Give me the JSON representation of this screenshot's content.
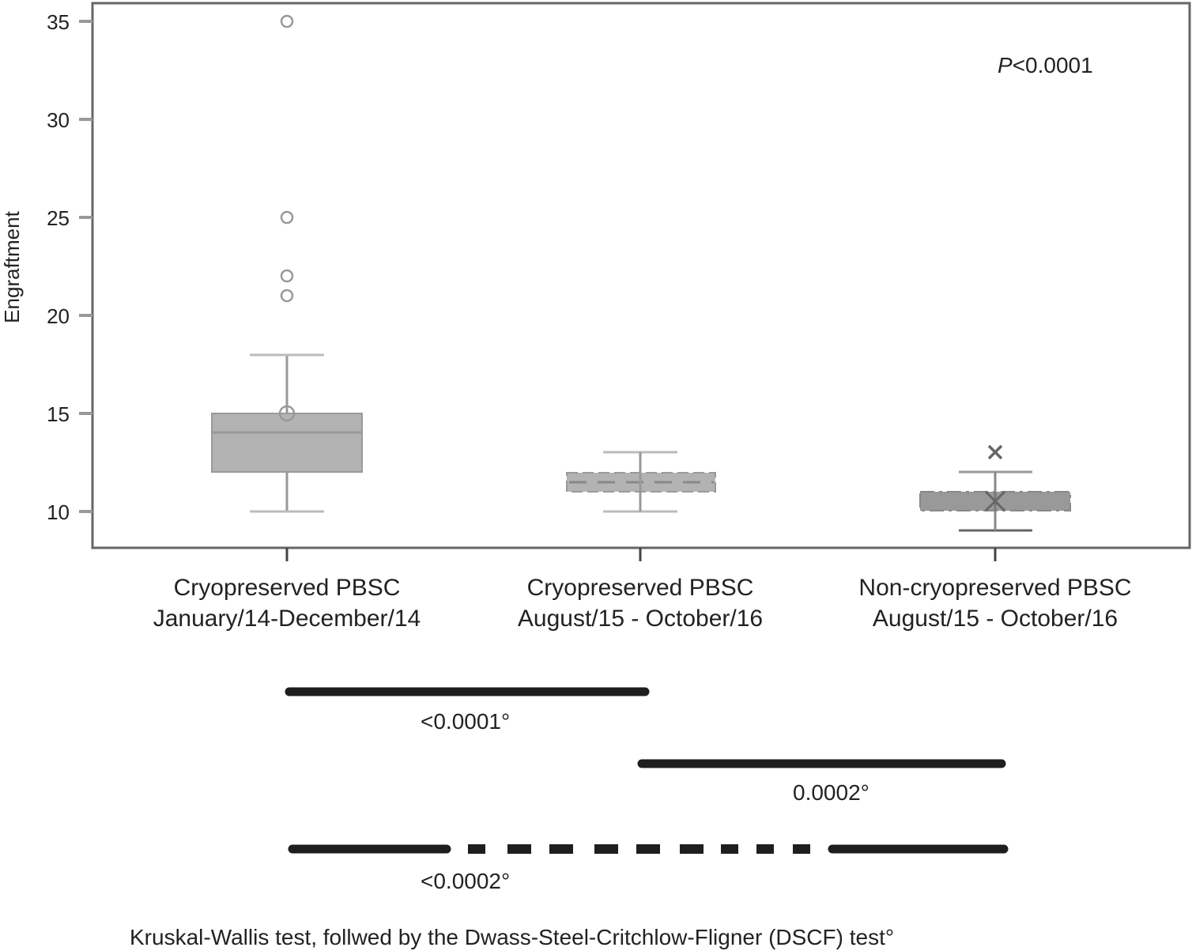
{
  "chart_data": {
    "type": "box",
    "title": "",
    "xlabel": "",
    "ylabel": "Engraftment",
    "ylim": [
      8,
      36
    ],
    "yticks": [
      10,
      15,
      20,
      25,
      30,
      35
    ],
    "grid": false,
    "annotation": {
      "prefix": "P",
      "text": "<0.0001"
    },
    "categories": [
      {
        "line1": "Cryopreserved PBSC",
        "line2": "January/14-December/14"
      },
      {
        "line1": "Cryopreserved PBSC",
        "line2": "August/15 - October/16"
      },
      {
        "line1": "Non-cryopreserved PBSC",
        "line2": "August/15 - October/16"
      }
    ],
    "series": [
      {
        "name": "Cryopreserved PBSC January/14-December/14",
        "whisker_low": 10,
        "q1": 12,
        "median": 14,
        "q3": 15,
        "whisker_high": 18,
        "mean": 15,
        "outliers": [
          35,
          25,
          22,
          21
        ],
        "fill": "#b3b3b3",
        "median_style": "solid"
      },
      {
        "name": "Cryopreserved PBSC August/15 - October/16",
        "whisker_low": 10,
        "q1": 11,
        "median": 11.5,
        "q3": 12,
        "whisker_high": 13,
        "mean": null,
        "outliers": [],
        "fill": "#b3b3b3",
        "median_style": "dashed"
      },
      {
        "name": "Non-cryopreserved PBSC August/15 - October/16",
        "whisker_low": 9,
        "q1": 10,
        "median": 10.5,
        "q3": 11,
        "whisker_high": 12,
        "mean": 10.5,
        "outliers": [
          13
        ],
        "fill": "#999999",
        "median_style": "dash-dot",
        "outlier_marker": "x"
      }
    ],
    "comparisons": [
      {
        "from": 0,
        "to": 1,
        "p": "<0.0001°",
        "style": "solid"
      },
      {
        "from": 1,
        "to": 2,
        "p": "0.0002°",
        "style": "solid"
      },
      {
        "from": 0,
        "to": 2,
        "p": "<0.0002°",
        "style": "dashed-middle"
      }
    ],
    "footnote": "Kruskal-Wallis test, follwed by the Dwass-Steel-Critchlow-Fligner (DSCF) test°"
  },
  "labels": {
    "ylabel": "Engraftment",
    "yticks": [
      "10",
      "15",
      "20",
      "25",
      "30",
      "35"
    ],
    "p_prefix": "P",
    "p_value": "<0.0001",
    "cat1_line1": "Cryopreserved PBSC",
    "cat1_line2": "January/14-December/14",
    "cat2_line1": "Cryopreserved PBSC",
    "cat2_line2": "August/15 - October/16",
    "cat3_line1": "Non-cryopreserved PBSC",
    "cat3_line2": "August/15 - October/16",
    "cmp1": "<0.0001°",
    "cmp2": "0.0002°",
    "cmp3": "<0.0002°",
    "footnote": "Kruskal-Wallis test, follwed by the Dwass-Steel-Critchlow-Fligner (DSCF) test°"
  }
}
